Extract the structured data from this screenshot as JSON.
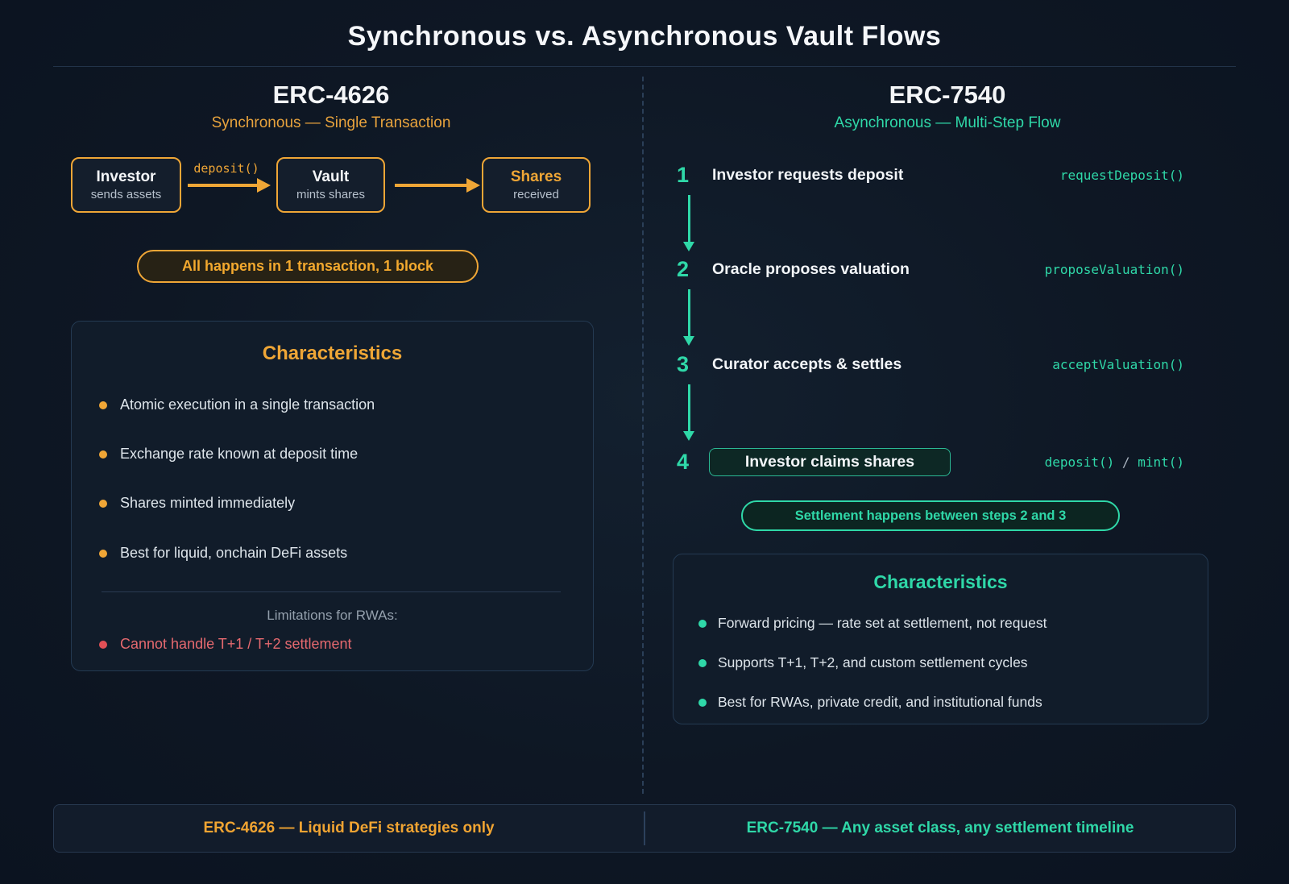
{
  "title": "Synchronous vs. Asynchronous Vault Flows",
  "colors": {
    "background": "#0e1724",
    "accent_orange": "#efa636",
    "accent_teal": "#2fd8a8",
    "accent_red": "#e25056"
  },
  "left": {
    "heading": "ERC-4626",
    "subheading": "Synchronous — Single Transaction",
    "flow": {
      "arrow_label": "deposit()",
      "nodes": [
        {
          "title": "Investor",
          "subtitle": "sends assets"
        },
        {
          "title": "Vault",
          "subtitle": "mints shares"
        },
        {
          "title": "Shares",
          "subtitle": "received"
        }
      ]
    },
    "badge": "All happens in 1 transaction, 1 block",
    "characteristics": {
      "title": "Characteristics",
      "items": [
        "Atomic execution in a single transaction",
        "Exchange rate known at deposit time",
        "Shares minted immediately",
        "Best for liquid, onchain DeFi assets"
      ],
      "limitations_label": "Limitations for RWAs:",
      "limitation": "Cannot handle T+1 / T+2 settlement"
    },
    "footer": "ERC-4626 — Liquid DeFi strategies only"
  },
  "right": {
    "heading": "ERC-7540",
    "subheading": "Asynchronous — Multi-Step Flow",
    "steps": [
      {
        "num": "1",
        "label": "Investor requests deposit",
        "fn": "requestDeposit()"
      },
      {
        "num": "2",
        "label": "Oracle proposes valuation",
        "fn": "proposeValuation()"
      },
      {
        "num": "3",
        "label": "Curator accepts & settles",
        "fn": "acceptValuation()"
      },
      {
        "num": "4",
        "label": "Investor claims shares",
        "fn_a": "deposit()",
        "fn_sep": " / ",
        "fn_b": "mint()"
      }
    ],
    "badge": "Settlement happens between steps 2 and 3",
    "characteristics": {
      "title": "Characteristics",
      "items": [
        "Forward pricing — rate set at settlement, not request",
        "Supports T+1, T+2, and custom settlement cycles",
        "Best for RWAs, private credit, and institutional funds"
      ]
    },
    "footer": "ERC-7540 — Any asset class, any settlement timeline"
  }
}
